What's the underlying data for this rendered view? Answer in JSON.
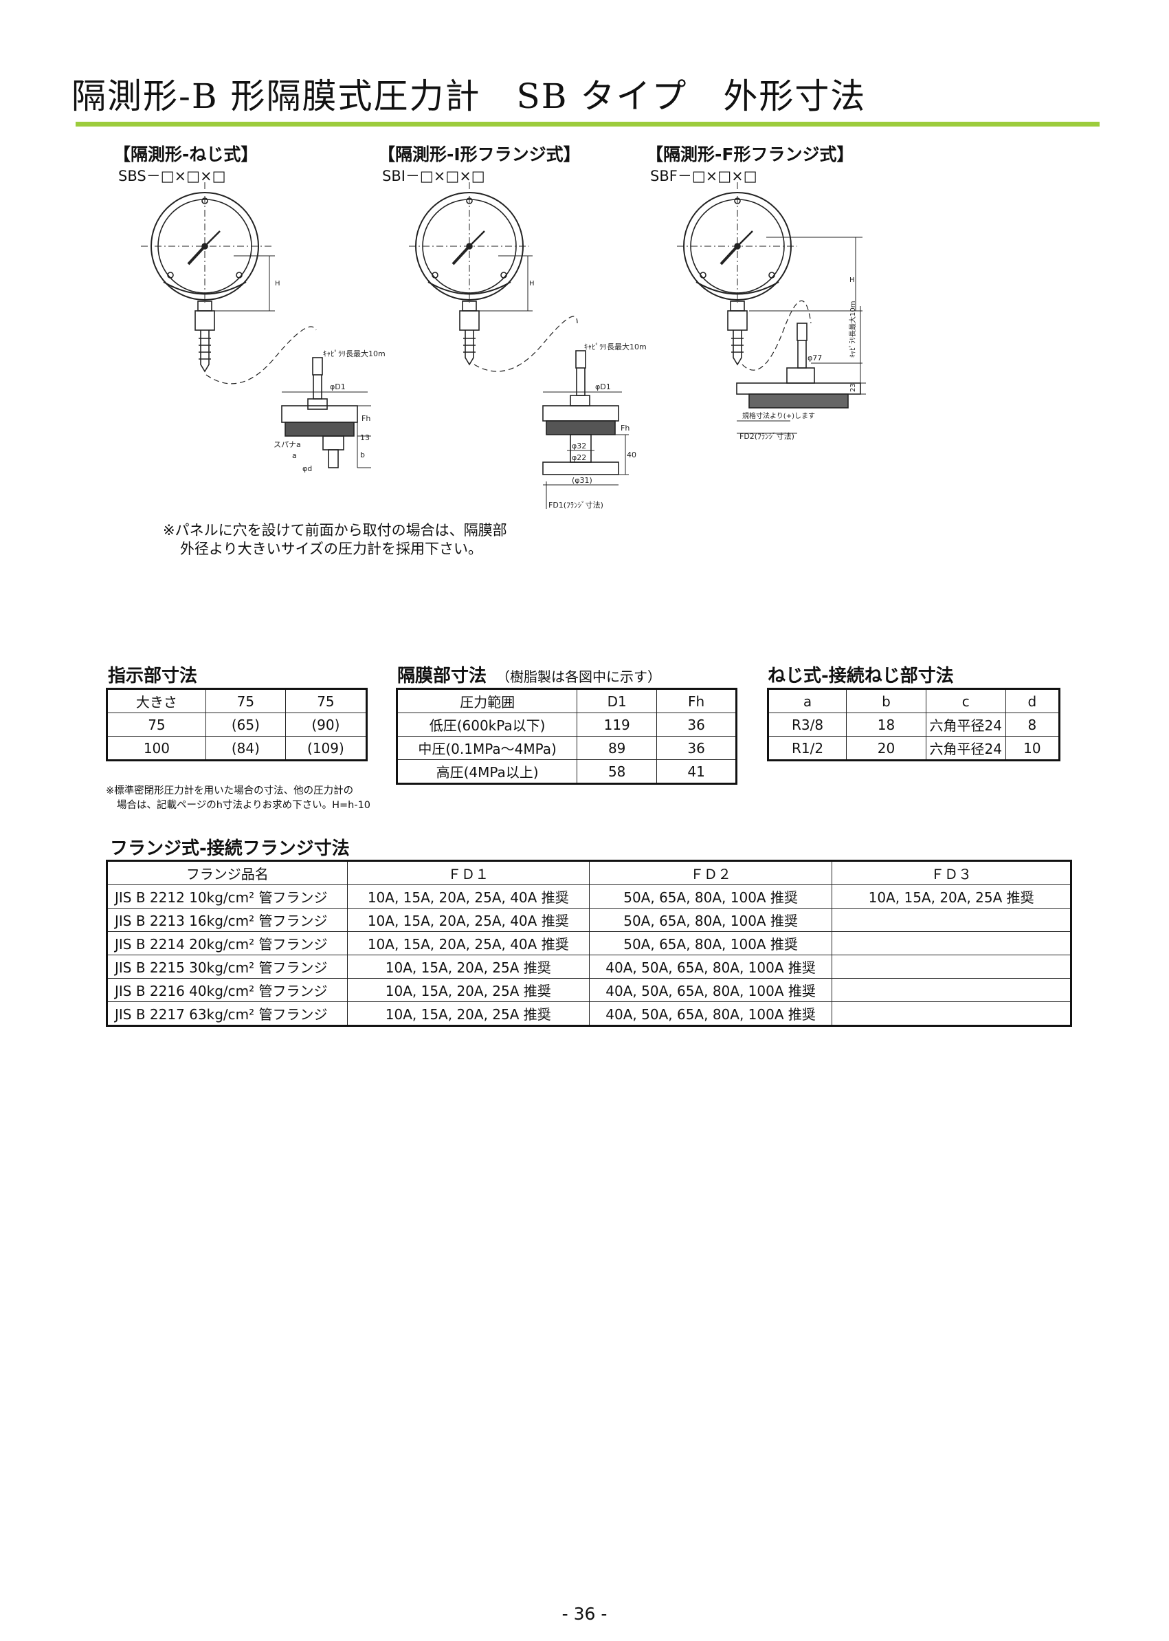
{
  "page": {
    "title": "隔測形-B 形隔膜式圧力計　SB タイプ　外形寸法",
    "page_number": "- 36 -",
    "accent_color": "#9ccc3c"
  },
  "diagrams": [
    {
      "heading": "【隔測形-ねじ式】",
      "model": "SBS－□×□×□",
      "labels": {
        "H": "H",
        "capillary": "ｷｬﾋﾟﾗﾘ長最大10m",
        "phiD1": "φD1",
        "Fh": "Fh",
        "l13": "13",
        "b": "b",
        "spanner": "スパナa",
        "a": "a",
        "phid": "φd"
      }
    },
    {
      "heading": "【隔測形-I形フランジ式】",
      "model": "SBI－□×□×□",
      "labels": {
        "H": "H",
        "capillary": "ｷｬﾋﾟﾗﾘ長最大10m",
        "phiD1": "φD1",
        "Fh": "Fh",
        "phi32": "φ32",
        "phi22": "φ22",
        "l40": "40",
        "phi31": "(φ31)",
        "fd1": "FD1(ﾌﾗﾝｼﾞ寸法)"
      }
    },
    {
      "heading": "【隔測形-F形フランジ式】",
      "model": "SBF－□×□×□",
      "labels": {
        "H": "H",
        "capillary": "ｷｬﾋﾟﾗﾘ長最大10m",
        "phi77": "φ77",
        "l23": "23",
        "std": "規格寸法より(+)します",
        "fd2": "FD2(ﾌﾗﾝｼﾞ寸法)"
      }
    }
  ],
  "panel_note": {
    "line1": "※パネルに穴を設けて前面から取付の場合は、隔膜部",
    "line2": "外径より大きいサイズの圧力計を採用下さい。"
  },
  "indicator_table": {
    "heading": "指示部寸法",
    "rows": [
      [
        "大きさ",
        "75",
        "75"
      ],
      [
        "75",
        "(65)",
        "(90)"
      ],
      [
        "100",
        "(84)",
        "(109)"
      ]
    ],
    "note_line1": "※標準密閉形圧力計を用いた場合の寸法、他の圧力計の",
    "note_line2": "場合は、記載ページのh寸法よりお求め下さい。H=h-10"
  },
  "diaphragm_table": {
    "heading": "隔膜部寸法",
    "subheading": "（樹脂製は各図中に示す）",
    "rows": [
      [
        "圧力範囲",
        "D1",
        "Fh"
      ],
      [
        "低圧(600kPa以下)",
        "119",
        "36"
      ],
      [
        "中圧(0.1MPa～4MPa)",
        "89",
        "36"
      ],
      [
        "高圧(4MPa以上)",
        "58",
        "41"
      ]
    ]
  },
  "thread_table": {
    "heading": "ねじ式-接続ねじ部寸法",
    "rows": [
      [
        "a",
        "b",
        "c",
        "d"
      ],
      [
        "R3/8",
        "18",
        "六角平径24",
        "8"
      ],
      [
        "R1/2",
        "20",
        "六角平径24",
        "10"
      ]
    ]
  },
  "flange_table": {
    "heading": "フランジ式-接続フランジ寸法",
    "header": [
      "フランジ品名",
      "ＦＤ１",
      "ＦＤ２",
      "ＦＤ３"
    ],
    "rows": [
      [
        "JIS B 2212 10kg/cm² 管フランジ",
        "10A, 15A, 20A, 25A, 40A 推奨",
        "50A, 65A, 80A, 100A 推奨",
        "10A, 15A, 20A, 25A 推奨"
      ],
      [
        "JIS B 2213 16kg/cm² 管フランジ",
        "10A, 15A, 20A, 25A, 40A 推奨",
        "50A, 65A, 80A, 100A 推奨",
        ""
      ],
      [
        "JIS B 2214 20kg/cm² 管フランジ",
        "10A, 15A, 20A, 25A, 40A 推奨",
        "50A, 65A, 80A, 100A 推奨",
        ""
      ],
      [
        "JIS B 2215 30kg/cm² 管フランジ",
        "10A, 15A, 20A, 25A 推奨",
        "40A, 50A, 65A, 80A, 100A 推奨",
        ""
      ],
      [
        "JIS B 2216 40kg/cm² 管フランジ",
        "10A, 15A, 20A, 25A 推奨",
        "40A, 50A, 65A, 80A, 100A 推奨",
        ""
      ],
      [
        "JIS B 2217 63kg/cm² 管フランジ",
        "10A, 15A, 20A, 25A 推奨",
        "40A, 50A, 65A, 80A, 100A 推奨",
        ""
      ]
    ]
  }
}
